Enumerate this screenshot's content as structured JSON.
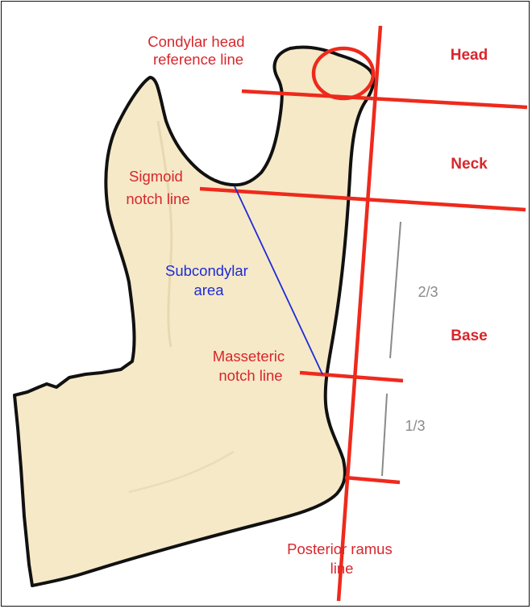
{
  "colors": {
    "bone_fill": "#f6e9c8",
    "bone_outline": "#111111",
    "reference_red": "#ee2a1c",
    "label_red": "#d8262c",
    "subcondylar_blue": "#1d2cd6",
    "ratio_gray": "#8a8a8a"
  },
  "labels": {
    "condylar_head_line": [
      "Condylar head",
      "reference line"
    ],
    "sigmoid_notch_line": [
      "Sigmoid",
      "notch line"
    ],
    "subcondylar_area": [
      "Subcondylar",
      "area"
    ],
    "masseteric_notch_line": [
      "Masseteric",
      "notch line"
    ],
    "posterior_ramus_line": [
      "Posterior ramus",
      "line"
    ]
  },
  "regions": {
    "head": "Head",
    "neck": "Neck",
    "base": "Base"
  },
  "ratios": {
    "upper": "2/3",
    "lower": "1/3"
  }
}
